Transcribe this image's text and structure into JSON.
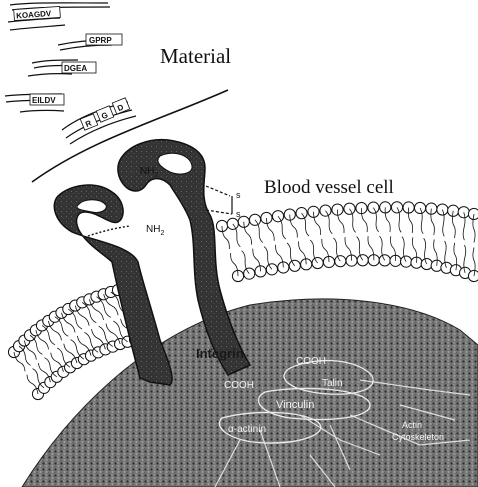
{
  "labels": {
    "material": "Material",
    "blood_vessel_cell": "Blood vessel cell",
    "nh2_left": "NH",
    "nh2_right": "NH",
    "nh2_sub": "2",
    "cooh_left": "COOH",
    "cooh_right": "COOH",
    "talin": "Talin",
    "vinculin": "Vinculin",
    "alpha_actinin": "α-actinin",
    "actin": "Actin",
    "cytoskeleton": "Cytoskeleton",
    "integrin": "Integrin",
    "disulfide_s1": "s",
    "disulfide_s2": "s"
  },
  "peptides": [
    "KOAGDV",
    "GPRP",
    "DGEA",
    "EILDV",
    "R",
    "G",
    "D"
  ],
  "colors": {
    "ink": "#111111",
    "protein_fill": "#3a3a3a",
    "cytoplasm_fill": "#6e6e6e",
    "membrane_head": "#ffffff",
    "background": "#ffffff"
  }
}
